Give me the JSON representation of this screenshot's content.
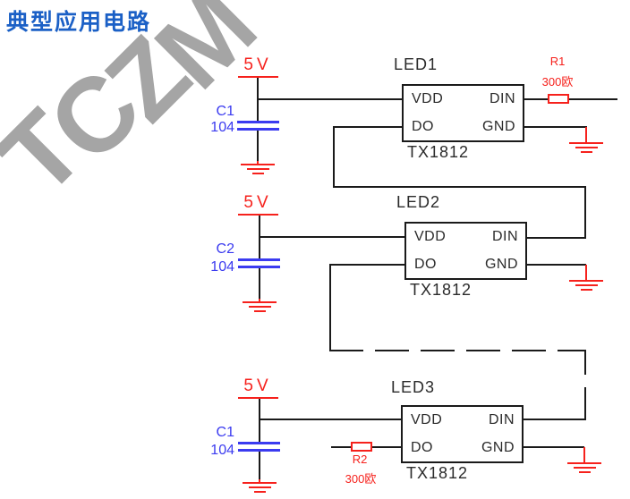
{
  "title": "典型应用电路",
  "watermark": {
    "l0": "T",
    "l1": "C",
    "l2": "Z",
    "l3": "M"
  },
  "blocks": [
    {
      "name": "LED1",
      "chip": "TX1812",
      "supply": "5V",
      "cap_ref": "C1",
      "cap_val": "104",
      "pin_vdd": "VDD",
      "pin_din": "DIN",
      "pin_do": "DO",
      "pin_gnd": "GND",
      "res_ref": "R1",
      "res_val": "300欧"
    },
    {
      "name": "LED2",
      "chip": "TX1812",
      "supply": "5V",
      "cap_ref": "C2",
      "cap_val": "104",
      "pin_vdd": "VDD",
      "pin_din": "DIN",
      "pin_do": "DO",
      "pin_gnd": "GND"
    },
    {
      "name": "LED3",
      "chip": "TX1812",
      "supply": "5V",
      "cap_ref": "C1",
      "cap_val": "104",
      "pin_vdd": "VDD",
      "pin_din": "DIN",
      "pin_do": "DO",
      "pin_gnd": "GND",
      "res_ref": "R2",
      "res_val": "300欧"
    }
  ],
  "colors": {
    "title_blue": "#1b60c6",
    "component_blue": "#3b3bf0",
    "symbol_red": "#f6211c",
    "wire_black": "#1a1a1a",
    "watermark_gray": "#a5a5a5"
  }
}
